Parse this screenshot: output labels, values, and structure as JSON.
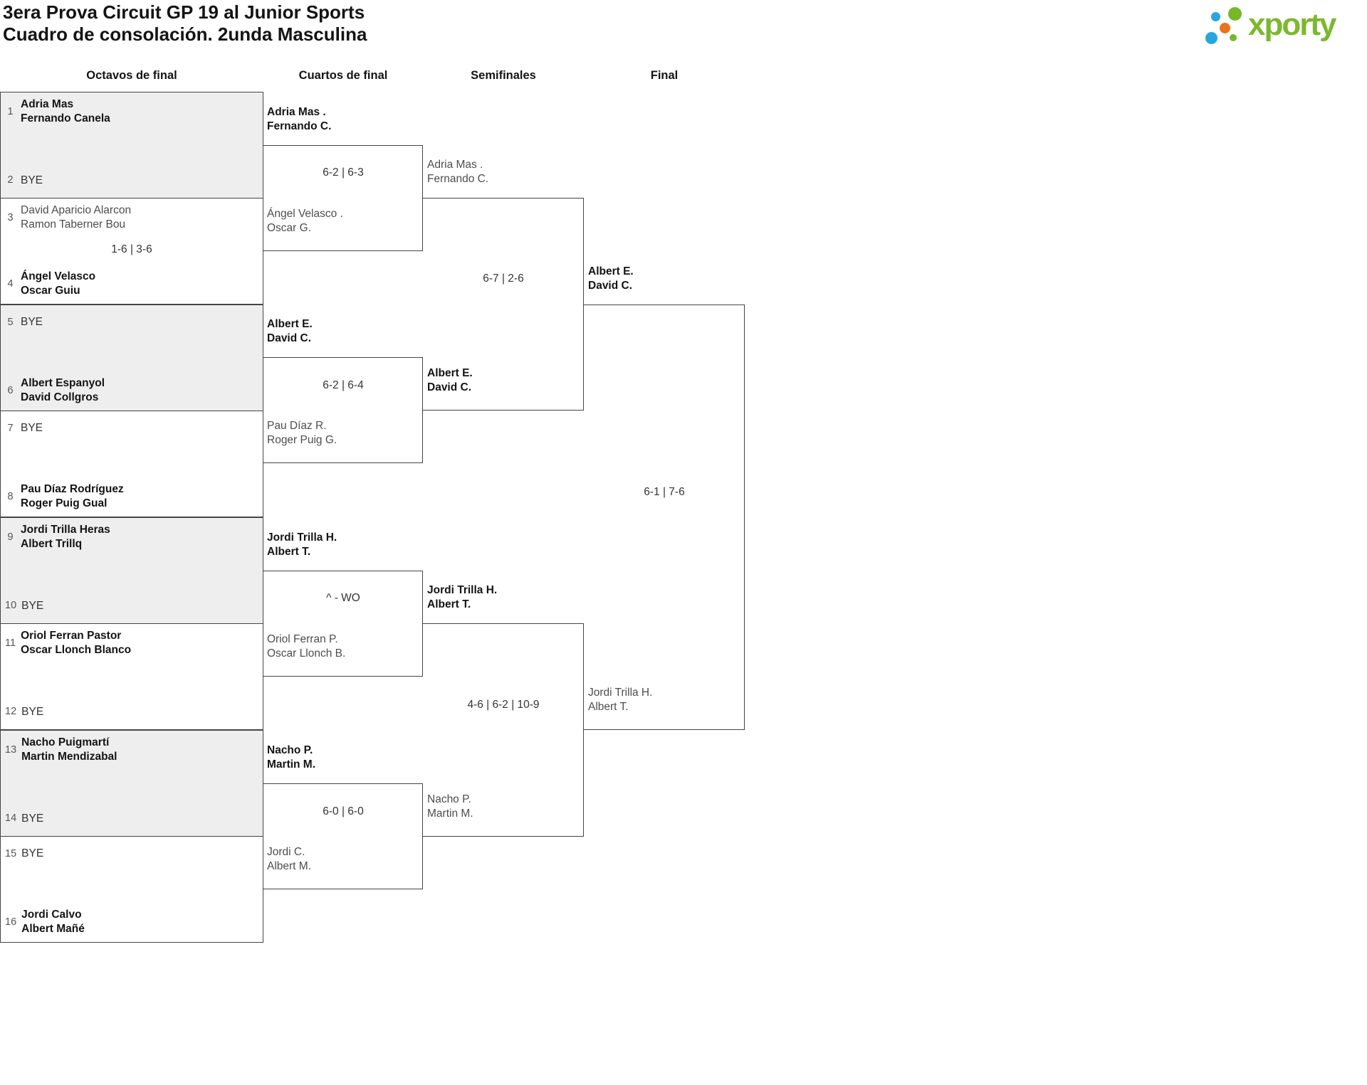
{
  "title": {
    "line1": "3era Prova Circuit GP 19 al Junior Sports",
    "line2": "Cuadro de consolación. 2unda Masculina"
  },
  "logo": {
    "text": "xporty",
    "green": "#76b82a",
    "blue": "#29a5dc",
    "orange": "#e8751a",
    "text_color": "#7cb82d"
  },
  "round_headers": [
    "Octavos de final",
    "Cuartos de final",
    "Semifinales",
    "Final"
  ],
  "colors": {
    "box_border": "#454545",
    "box_fill_alt": "#eeeeee",
    "winner_text": "#141414",
    "loser_text": "#4d4d4d",
    "score_text": "#333333",
    "seed_text": "#555555"
  },
  "seeds": [
    {
      "num": "1",
      "names": [
        "Adria Mas",
        "Fernando Canela"
      ]
    },
    {
      "num": "2",
      "names": [
        "BYE"
      ]
    },
    {
      "num": "3",
      "names": [
        "David Aparicio Alarcon",
        "Ramon Taberner Bou"
      ]
    },
    {
      "num": "4",
      "names": [
        "Ángel Velasco",
        "Oscar Guiu"
      ]
    },
    {
      "num": "5",
      "names": [
        "BYE"
      ]
    },
    {
      "num": "6",
      "names": [
        "Albert Espanyol",
        "David Collgros"
      ]
    },
    {
      "num": "7",
      "names": [
        "BYE"
      ]
    },
    {
      "num": "8",
      "names": [
        "Pau Díaz Rodríguez",
        "Roger Puig Gual"
      ]
    },
    {
      "num": "9",
      "names": [
        "Jordi Trilla Heras",
        "Albert Trillq"
      ]
    },
    {
      "num": "10",
      "names": [
        "BYE"
      ]
    },
    {
      "num": "11",
      "names": [
        "Oriol Ferran Pastor",
        "Oscar Llonch Blanco"
      ]
    },
    {
      "num": "12",
      "names": [
        "BYE"
      ]
    },
    {
      "num": "13",
      "names": [
        "Nacho Puigmartí",
        "Martin Mendizabal"
      ]
    },
    {
      "num": "14",
      "names": [
        "BYE"
      ]
    },
    {
      "num": "15",
      "names": [
        "BYE"
      ]
    },
    {
      "num": "16",
      "names": [
        "Jordi Calvo",
        "Albert Mañé"
      ]
    }
  ],
  "quarterfinals": [
    {
      "top1": "Adria Mas .",
      "top2": "Fernando C.",
      "bot1": "Ángel Velasco .",
      "bot2": "Oscar G."
    },
    {
      "top1": "Albert E.",
      "top2": "David C.",
      "bot1": "Pau Díaz R.",
      "bot2": "Roger Puig G."
    },
    {
      "top1": "Jordi Trilla H.",
      "top2": "Albert T.",
      "bot1": "Oriol Ferran P.",
      "bot2": "Oscar Llonch B."
    },
    {
      "top1": "Nacho P.",
      "top2": "Martin M.",
      "bot1": "Jordi C.",
      "bot2": "Albert M."
    }
  ],
  "semifinals": [
    {
      "top1": "Adria Mas .",
      "top2": "Fernando C.",
      "bot1": "Albert E.",
      "bot2": "David C."
    },
    {
      "top1": "Jordi Trilla H.",
      "top2": "Albert T.",
      "bot1": "Nacho P.",
      "bot2": "Martin M."
    }
  ],
  "final": {
    "top1": "Albert E.",
    "top2": "David C.",
    "bot1": "Jordi Trilla H.",
    "bot2": "Albert T."
  },
  "scores": {
    "r16_m2": "1-6 | 3-6",
    "qf1": "6-2 | 6-3",
    "qf2": "6-2 | 6-4",
    "qf3": "^ - WO",
    "qf4": "6-0 | 6-0",
    "sf1": "6-7 | 2-6",
    "sf2": "4-6 | 6-2 | 10-9",
    "final": "6-1 | 7-6"
  }
}
